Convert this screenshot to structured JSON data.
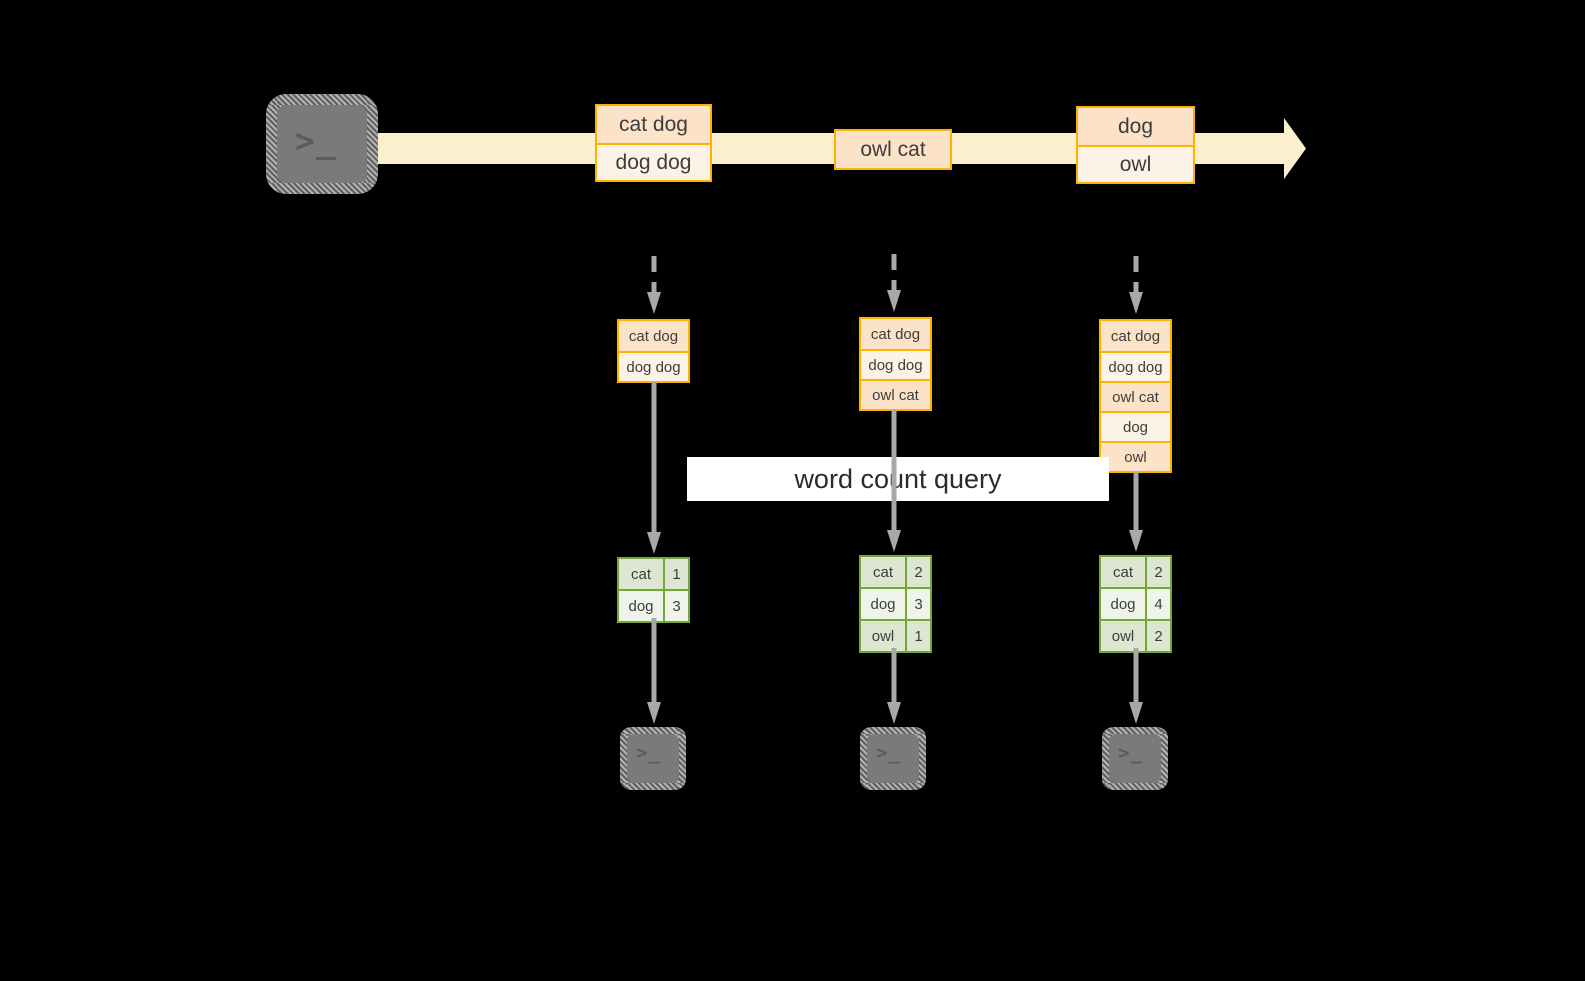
{
  "source": {
    "icon": "terminal-icon",
    "glyph": ">_"
  },
  "stream": {
    "direction": "left-to-right",
    "band_color": "#fcefcd",
    "arrow_color": "#fcefcd",
    "messages": [
      {
        "id": "msg-group-1",
        "rows": [
          {
            "text": "cat dog",
            "shade": "a"
          },
          {
            "text": "dog dog",
            "shade": "b"
          }
        ]
      },
      {
        "id": "msg-group-2",
        "rows": [
          {
            "text": "owl cat",
            "shade": "a"
          }
        ]
      },
      {
        "id": "msg-group-3",
        "rows": [
          {
            "text": "dog",
            "shade": "a"
          },
          {
            "text": "owl",
            "shade": "b"
          }
        ]
      }
    ]
  },
  "query": {
    "label": "word count query",
    "banner_color": "#ffffff"
  },
  "columns": [
    {
      "id": "snapshot-1",
      "input_table": {
        "border_color": "#ffb000",
        "rows": [
          {
            "text": "cat dog",
            "shade": "a"
          },
          {
            "text": "dog dog",
            "shade": "b"
          }
        ]
      },
      "result_table": {
        "border_color": "#73a839",
        "rows": [
          {
            "word": "cat",
            "count": "1",
            "shade": "a"
          },
          {
            "word": "dog",
            "count": "3",
            "shade": "b"
          }
        ]
      },
      "sink": {
        "icon": "terminal-icon",
        "glyph": ">_"
      }
    },
    {
      "id": "snapshot-2",
      "input_table": {
        "border_color": "#ffb000",
        "rows": [
          {
            "text": "cat dog",
            "shade": "a"
          },
          {
            "text": "dog dog",
            "shade": "b"
          },
          {
            "text": "owl cat",
            "shade": "a"
          }
        ]
      },
      "result_table": {
        "border_color": "#73a839",
        "rows": [
          {
            "word": "cat",
            "count": "2",
            "shade": "a"
          },
          {
            "word": "dog",
            "count": "3",
            "shade": "b"
          },
          {
            "word": "owl",
            "count": "1",
            "shade": "a"
          }
        ]
      },
      "sink": {
        "icon": "terminal-icon",
        "glyph": ">_"
      }
    },
    {
      "id": "snapshot-3",
      "input_table": {
        "border_color": "#ffb000",
        "rows": [
          {
            "text": "cat dog",
            "shade": "a"
          },
          {
            "text": "dog dog",
            "shade": "b"
          },
          {
            "text": "owl cat",
            "shade": "a"
          },
          {
            "text": "dog",
            "shade": "b"
          },
          {
            "text": "owl",
            "shade": "a"
          }
        ]
      },
      "result_table": {
        "border_color": "#73a839",
        "rows": [
          {
            "word": "cat",
            "count": "2",
            "shade": "a"
          },
          {
            "word": "dog",
            "count": "4",
            "shade": "b"
          },
          {
            "word": "owl",
            "count": "2",
            "shade": "a"
          }
        ]
      },
      "sink": {
        "icon": "terminal-icon",
        "glyph": ">_"
      }
    }
  ]
}
